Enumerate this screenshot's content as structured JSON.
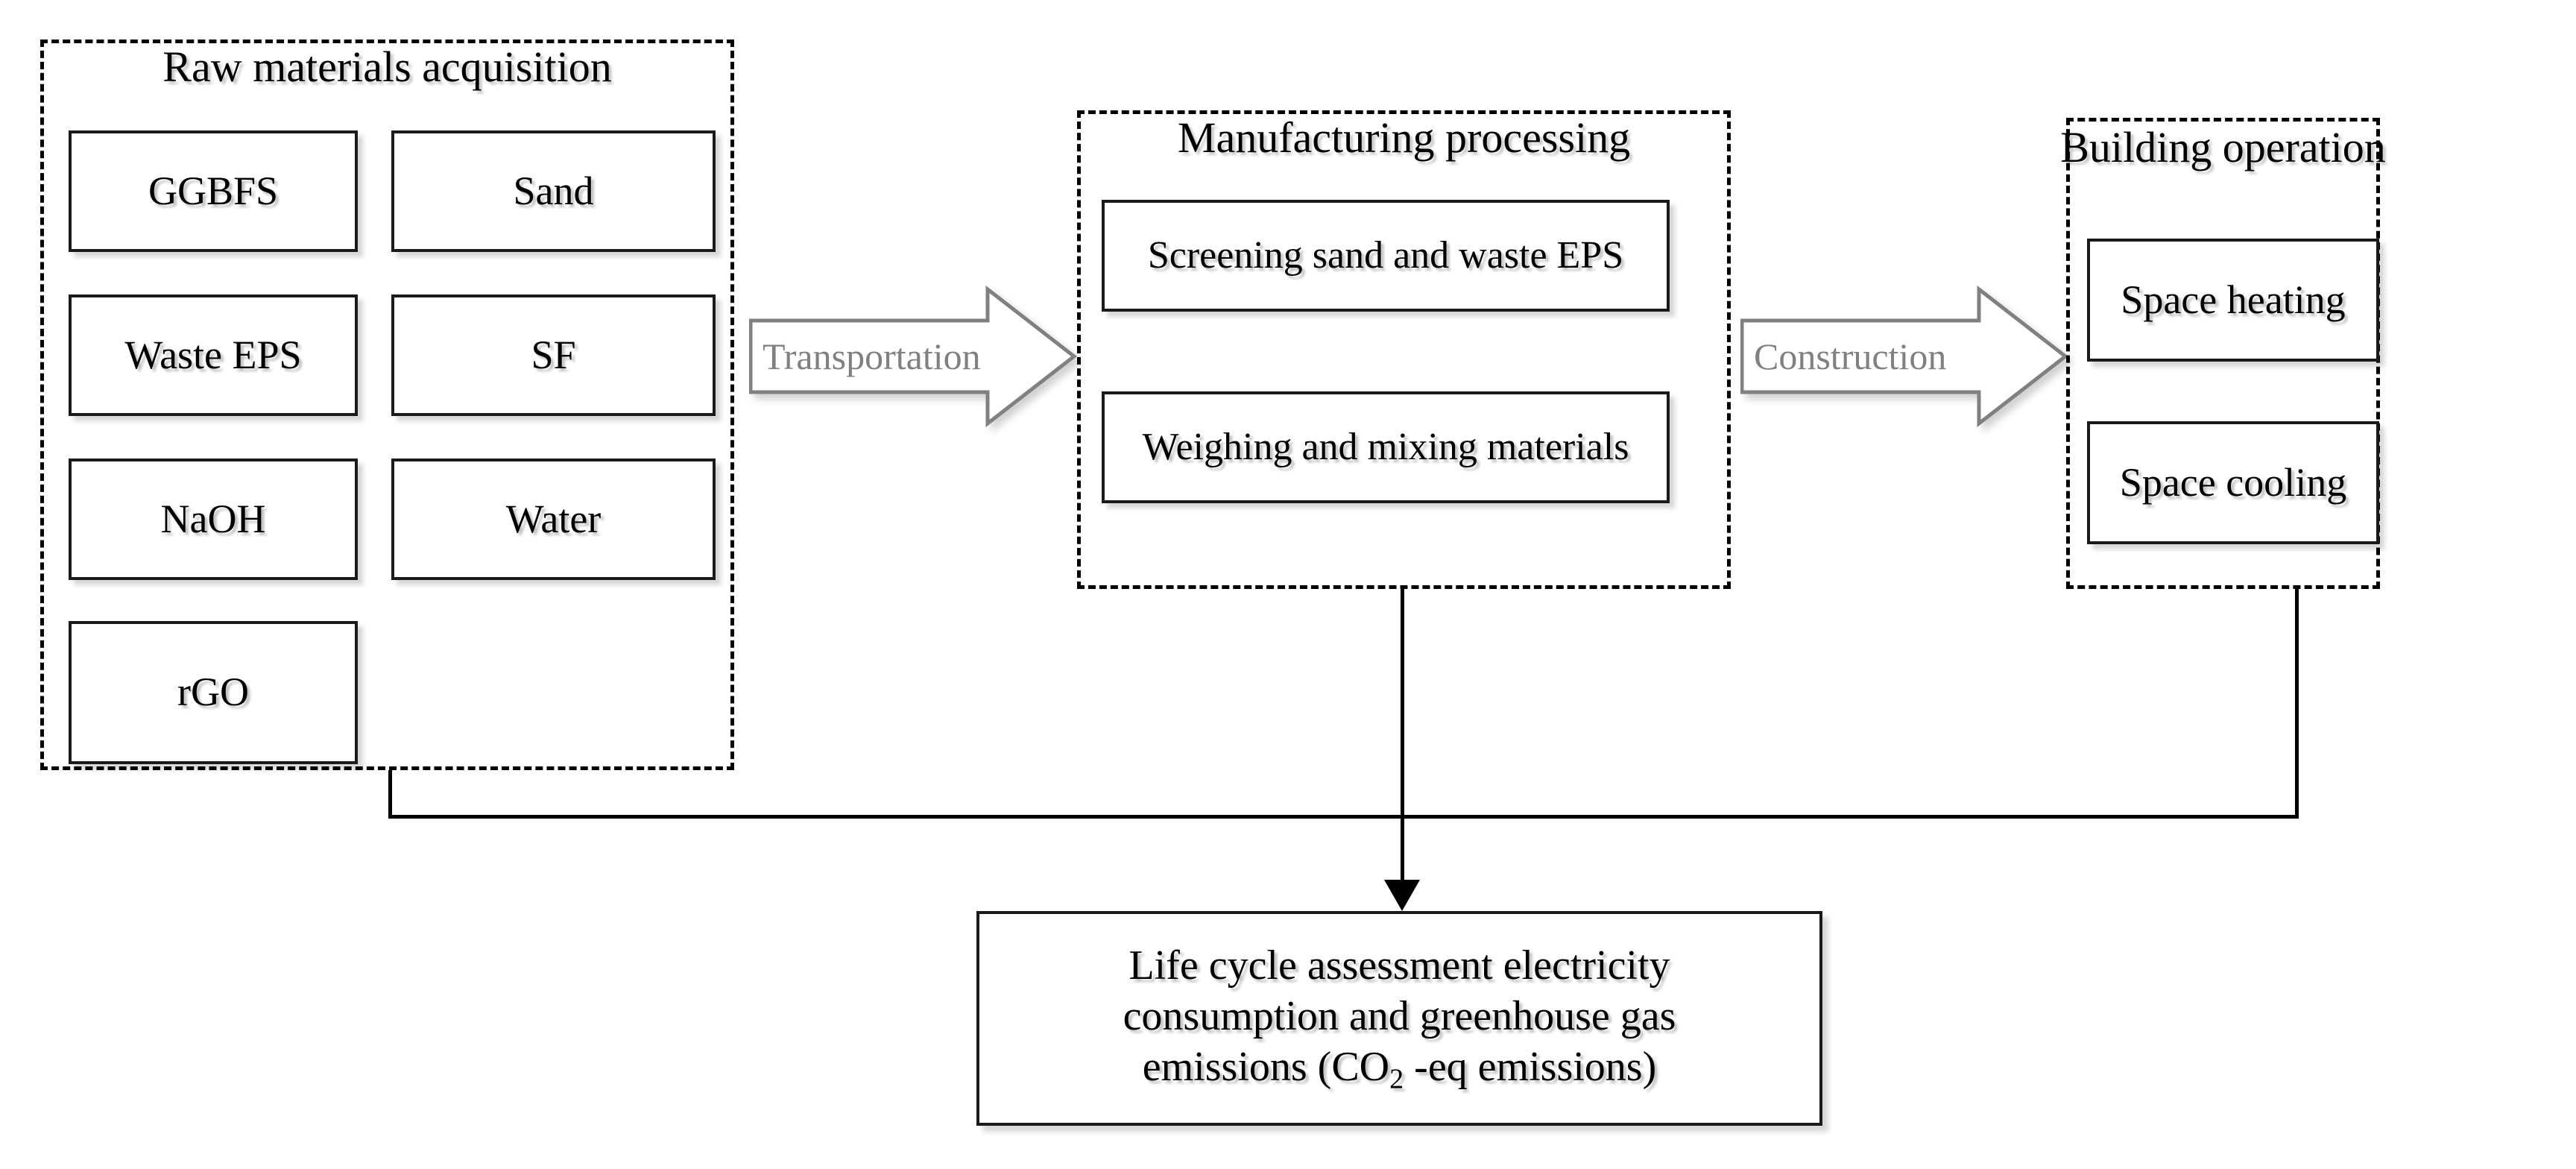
{
  "diagram": {
    "title": "Life cycle assessment system boundary flow chart",
    "accent_gray": "#808080",
    "line_color": "#000000",
    "stages": [
      {
        "id": "raw-materials-acquisition",
        "title": "Raw materials acquisition",
        "items": [
          "GGBFS",
          "Sand",
          "Waste EPS",
          "SF",
          "NaOH",
          "Water",
          "rGO"
        ]
      },
      {
        "id": "manufacturing-processing",
        "title": "Manufacturing processing",
        "items": [
          "Screening  sand and waste EPS",
          "Weighing and mixing materials"
        ]
      },
      {
        "id": "building-operation",
        "title": "Building operation",
        "items": [
          "Space heating",
          "Space cooling"
        ]
      }
    ],
    "transitions": [
      {
        "id": "transportation",
        "label": "Transportation"
      },
      {
        "id": "construction",
        "label": "Construction"
      }
    ],
    "outcome": {
      "id": "life-cycle-assessment-result",
      "line1": "Life cycle assessment electricity",
      "line2": "consumption and greenhouse gas",
      "line3_prefix": "emissions  (CO",
      "line3_sub": "2",
      "line3_suffix": " -eq emissions)"
    }
  }
}
